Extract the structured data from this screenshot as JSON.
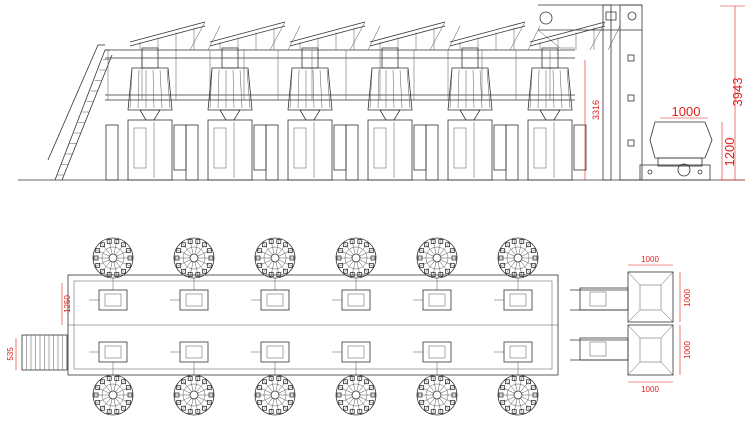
{
  "drawing": {
    "side_view": {
      "height_label": "3943",
      "machine_height_label": "3316",
      "bin_width_label": "1000",
      "bin_height_label": "1200",
      "weigher_count": 6
    },
    "plan_view": {
      "row_spacing_label": "1250",
      "stair_width_label": "535",
      "box_top_width_label": "1000",
      "box_top_depth_label": "1000",
      "box_bottom_depth_label": "1000",
      "box_bottom_width_label": "1000",
      "weighers_per_row": 6
    },
    "accent_color": "#e0201c"
  }
}
